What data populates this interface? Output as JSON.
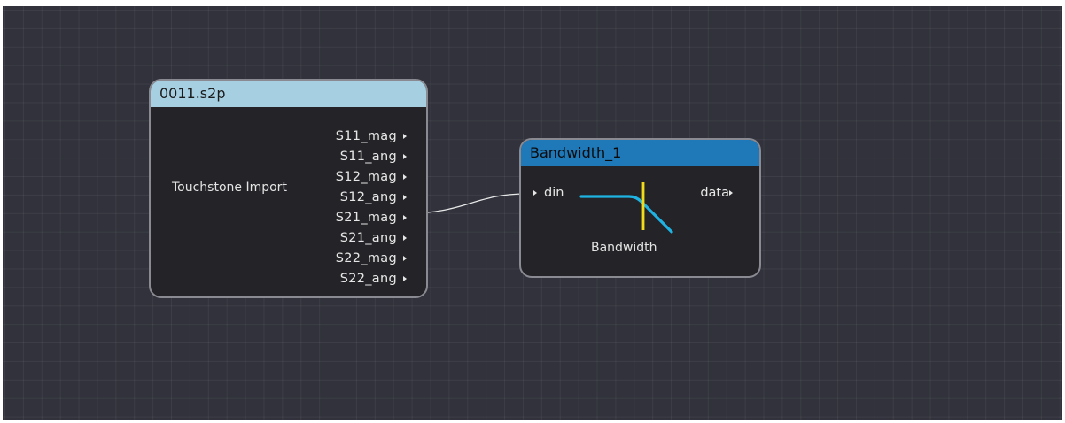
{
  "nodes": {
    "import": {
      "title": "0011.s2p",
      "label": "Touchstone Import",
      "outputs": [
        "S11_mag",
        "S11_ang",
        "S12_mag",
        "S12_ang",
        "S21_mag",
        "S21_ang",
        "S22_mag",
        "S22_ang"
      ]
    },
    "bandwidth": {
      "title": "Bandwidth_1",
      "label": "Bandwidth",
      "input": "din",
      "output": "data",
      "icon": "lowpass-filter-icon"
    }
  },
  "connections": [
    {
      "from": "import.S21_mag",
      "to": "bandwidth.din"
    }
  ],
  "colors": {
    "canvas": "#31323b",
    "node_body": "#242428",
    "import_header": "#a6cfe2",
    "bandwidth_header": "#1f78b8",
    "filter_curve": "#1fb3e3",
    "cutoff_marker": "#f2dc1a",
    "wire": "#e8e8e8"
  }
}
